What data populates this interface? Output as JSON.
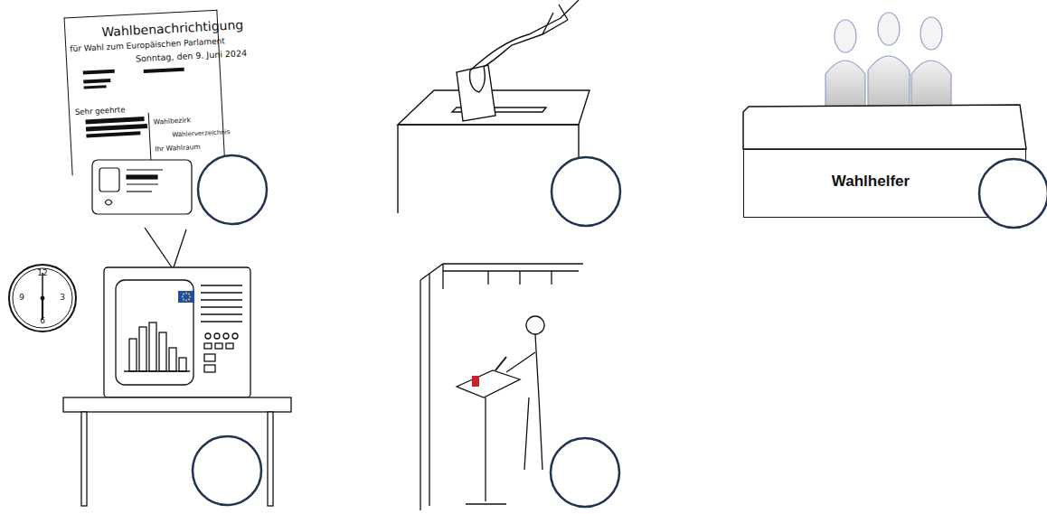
{
  "diagram": {
    "nodes": [
      {
        "text": [
          "Wahlbenachrichtigung",
          "für Wahl zum Europäischen Parlament",
          "Sonntag, den 9. Juni 2024",
          "Sehr geehrte",
          "Wahlbezirk",
          "Wählerverzeichnis",
          "Ihr Wahlraum"
        ]
      },
      {
        "text": [
          "Wahlhelfer"
        ]
      },
      {
        "text": [
          "12",
          "3",
          "6",
          "9"
        ]
      }
    ]
  }
}
